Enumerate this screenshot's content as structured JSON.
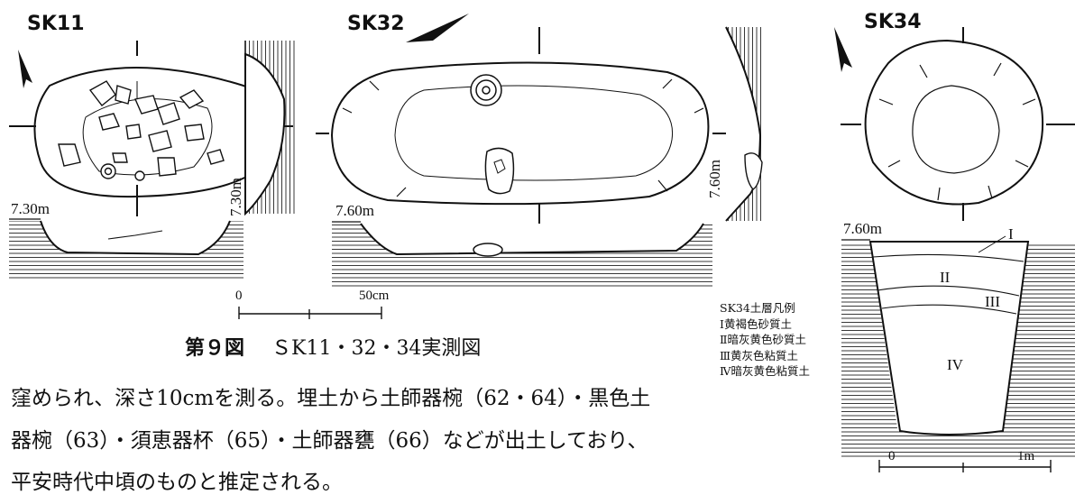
{
  "figures": {
    "sk11": {
      "label": "SK11",
      "elev_plan": "7.30m",
      "elev_section": "7.30m"
    },
    "sk32": {
      "label": "SK32",
      "elev_plan": "7.60m",
      "elev_section": "7.60m"
    },
    "sk34": {
      "label": "SK34",
      "elev": "7.60m",
      "layers": [
        "I",
        "II",
        "III",
        "IV"
      ]
    }
  },
  "scales": {
    "small": {
      "start": "0",
      "end": "50cm"
    },
    "large": {
      "start": "0",
      "end": "1m"
    }
  },
  "legend": {
    "title": "SK34土層凡例",
    "items": [
      "Ⅰ黄褐色砂質土",
      "Ⅱ暗灰黄色砂質土",
      "Ⅲ黄灰色粘質土",
      "Ⅳ暗灰黄色粘質土"
    ]
  },
  "caption": {
    "number": "第９図",
    "title": "ＳK11・32・34実測図"
  },
  "body_text": [
    "窪められ、深さ10cmを測る。埋土から土師器椀（62・64）・黒色土",
    "器椀（63）・須恵器杯（65）・土師器甕（66）などが出土しており、",
    "平安時代中頃のものと推定される。"
  ]
}
